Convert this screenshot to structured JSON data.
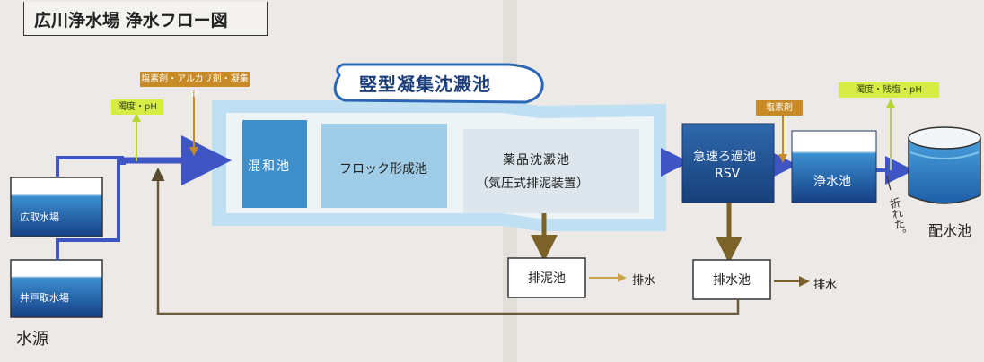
{
  "title": "広川浄水場 浄水フロー図",
  "chemicals": "塩素剤・アルカリ剤・凝集剤",
  "turbidity_ph": "濁度・pH",
  "chlorine_agent": "塩素剤",
  "turbidity_residual_ph": "濁度・残塩・pH",
  "basin_title": "竪型凝集沈澱池",
  "mixing_basin": "混和池",
  "floc_basin": "フロック形成池",
  "sedimentation": "薬品沈澱池",
  "sedimentation_sub": "（気圧式排泥装置）",
  "rapid_filter": "急速ろ過池",
  "rapid_filter_sub": "RSV",
  "clear_water_basin": "浄水池",
  "distribution_reservoir": "配水池",
  "intake_hirotori": "広取水場",
  "intake_well": "井戸取水場",
  "water_source": "水源",
  "sludge_pond": "排泥池",
  "drain_pond": "排水池",
  "drain_1": "排水",
  "drain_2": "排水",
  "handwriting": "折れた。",
  "colors": {
    "flow_blue": "#3f55c4",
    "panel_blue": "#bfe0f3",
    "mixing_blue": "#3f8fcb",
    "pale_blue": "#9fcde8",
    "dark_navy": "#1f4f8f",
    "chem_orange": "#c78a24",
    "sensor_green": "#d7ec44",
    "sludge_brown": "#7a6228",
    "return_brown": "#6e5a3a"
  }
}
